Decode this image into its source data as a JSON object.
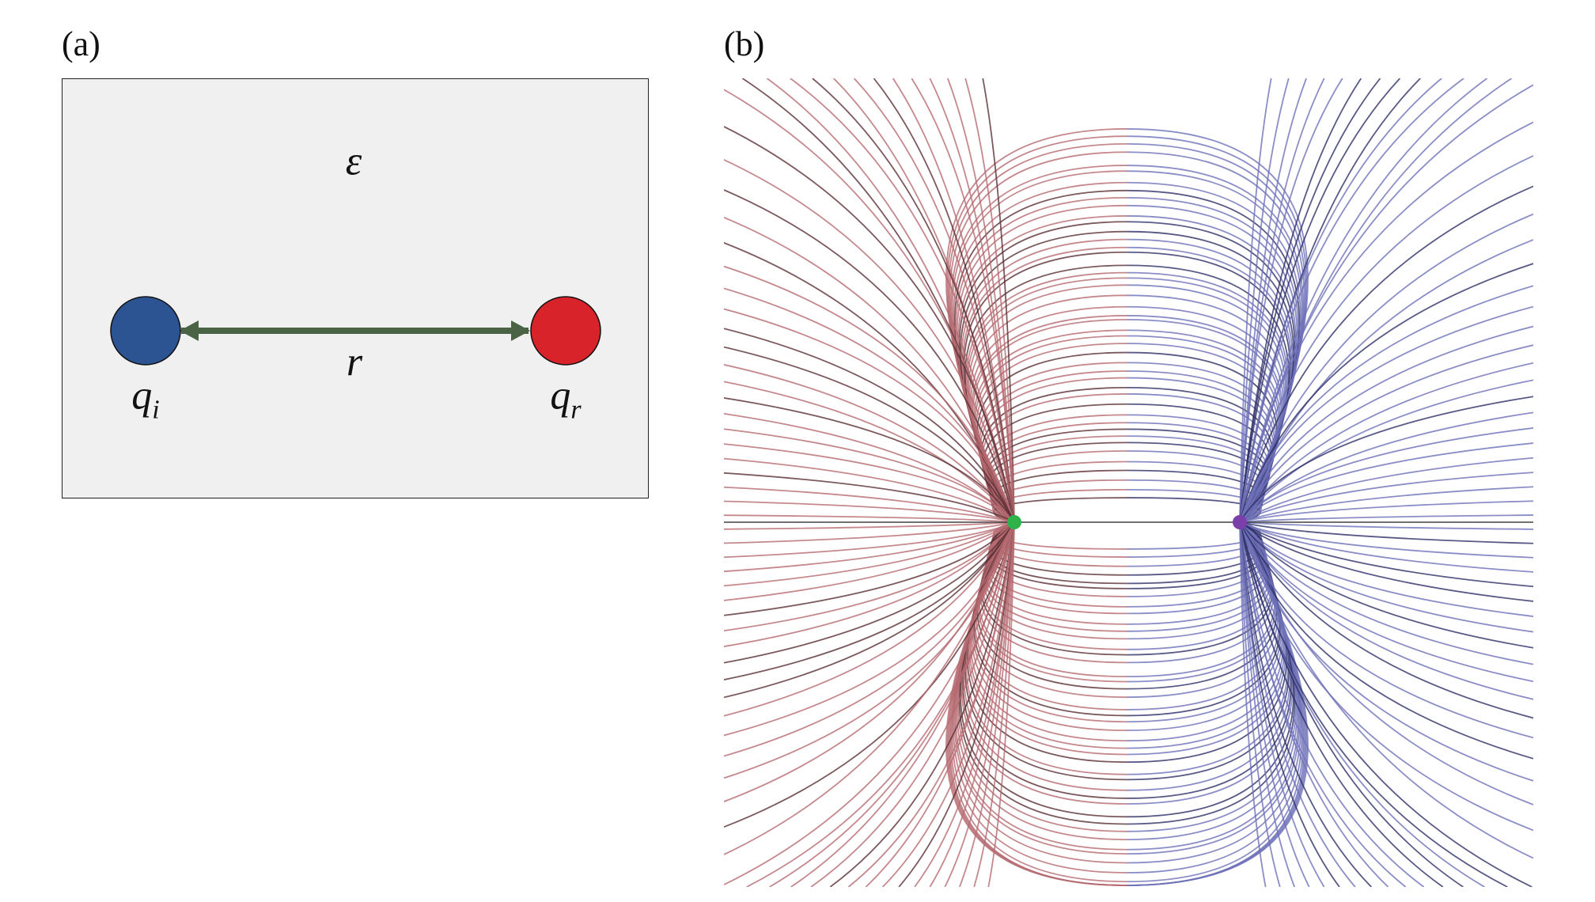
{
  "panel_a": {
    "label": "(a)",
    "permittivity_symbol": "ε",
    "distance_symbol": "r",
    "charge_left": {
      "symbol": "q",
      "subscript": "i",
      "color": "#2d5492"
    },
    "charge_right": {
      "symbol": "q",
      "subscript": "r",
      "color": "#d8232a"
    },
    "arrow_color": "#4a6345",
    "background_color": "#f0f0f0"
  },
  "panel_b": {
    "label": "(b)",
    "left_charge_color": "#2fb24a",
    "right_charge_color": "#7a3fa8",
    "left_field_color": "#b56a70",
    "right_field_color": "#6e70b8"
  }
}
